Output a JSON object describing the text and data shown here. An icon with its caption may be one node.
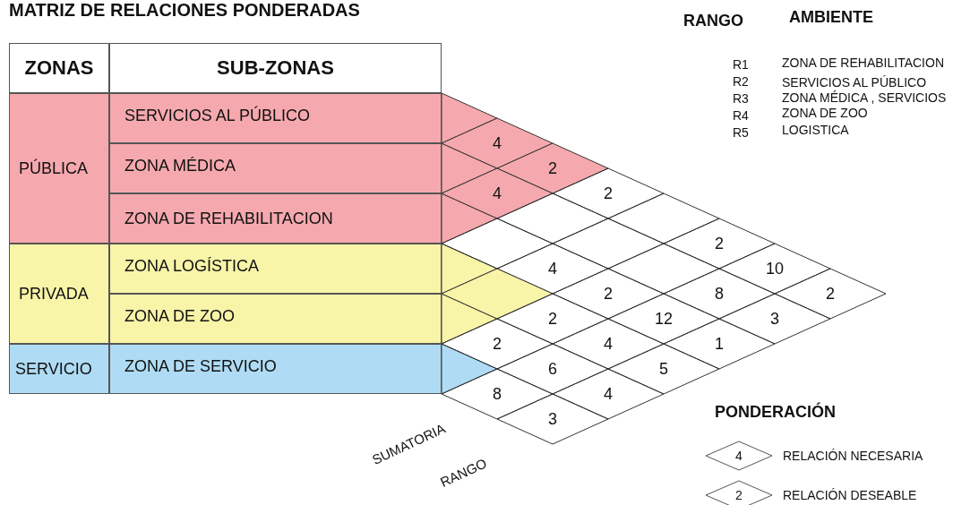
{
  "diagram": {
    "title": "MATRIZ DE RELACIONES PONDERADAS",
    "nodes": [
      {
        "text": [
          "PÚBLICA"
        ]
      },
      {
        "text": [
          "SERVICIOS AL PÚBLICO"
        ]
      },
      {
        "text": [
          "ZONA MÉDICA"
        ]
      },
      {
        "text": [
          "ZONA DE REHABILITACION"
        ]
      },
      {
        "text": [
          "PRIVADA"
        ]
      },
      {
        "text": [
          "ZONA LOGÍSTICA"
        ]
      },
      {
        "text": [
          "ZONA DE ZOO"
        ]
      },
      {
        "text": [
          "SERVICIO"
        ]
      },
      {
        "text": [
          "ZONA DE SERVICIO"
        ]
      },
      {
        "text": [
          "4"
        ]
      },
      {
        "text": [
          "2"
        ]
      },
      {
        "text": [
          "4"
        ]
      },
      {
        "text": [
          "2"
        ]
      },
      {
        "text": [],
        "shape": "diamond"
      },
      {
        "text": [],
        "shape": "diamond"
      },
      {
        "text": [],
        "shape": "diamond"
      },
      {
        "text": [],
        "shape": "diamond"
      },
      {
        "text": [
          "2"
        ]
      },
      {
        "text": [
          "4"
        ]
      },
      {
        "text": [],
        "shape": "diamond"
      },
      {
        "text": [
          "10"
        ]
      },
      {
        "text": [],
        "shape": "diamond"
      },
      {
        "text": [
          "2"
        ]
      },
      {
        "text": [
          "8"
        ]
      },
      {
        "text": [
          "2"
        ]
      },
      {
        "text": [
          "2"
        ]
      },
      {
        "text": [
          "12"
        ]
      },
      {
        "text": [
          "3"
        ]
      },
      {
        "text": [
          "2"
        ]
      },
      {
        "text": [
          "4"
        ]
      },
      {
        "text": [
          "1"
        ]
      },
      {
        "text": [
          "6"
        ]
      },
      {
        "text": [
          "5"
        ]
      },
      {
        "text": [
          "8"
        ]
      },
      {
        "text": [
          "4"
        ]
      },
      {
        "text": [
          "3"
        ]
      },
      {
        "text": [
          "4"
        ],
        "beside": [
          "RELACIÓN NECESARIA"
        ]
      },
      {
        "text": [
          "2"
        ],
        "beside": [
          "RELACIÓN DESEABLE"
        ]
      }
    ],
    "labels": [
      "ZONAS",
      "SUB-ZONAS",
      "RANGO",
      "AMBIENTE",
      "R1",
      "ZONA DE REHABILITACION",
      "R2",
      "SERVICIOS AL PÚBLICO",
      "R3",
      "ZONA MÉDICA , SERVICIOS",
      "R4",
      "ZONA DE ZOO",
      "R5",
      "LOGISTICA",
      "SUMATORIA",
      "RANGO",
      "PONDERACIÓN"
    ]
  }
}
